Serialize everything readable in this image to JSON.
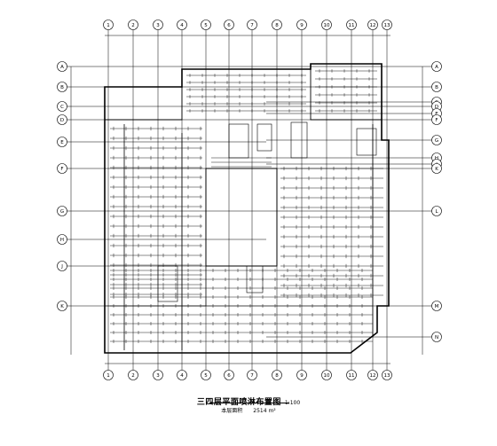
{
  "drawing": {
    "title": "三四层平面喷淋布置图",
    "scale": "1:100",
    "area_label": "本层面积",
    "area_value": "2514 m²"
  },
  "colors": {
    "line": "#000000",
    "background": "#ffffff"
  },
  "axis_top": [
    "1",
    "2",
    "3",
    "4",
    "5",
    "6",
    "7",
    "8",
    "9",
    "10",
    "11",
    "12",
    "13"
  ],
  "axis_bottom": [
    "1",
    "2",
    "3",
    "4",
    "5",
    "6",
    "7",
    "8",
    "9",
    "10",
    "11",
    "12",
    "13"
  ],
  "axis_left": [
    "A",
    "B",
    "C",
    "D",
    "E",
    "F",
    "G",
    "H",
    "J",
    "K"
  ],
  "axis_right": [
    "A",
    "B",
    "C",
    "D",
    "E",
    "F",
    "G",
    "H",
    "J",
    "K",
    "L",
    "M",
    "N"
  ]
}
